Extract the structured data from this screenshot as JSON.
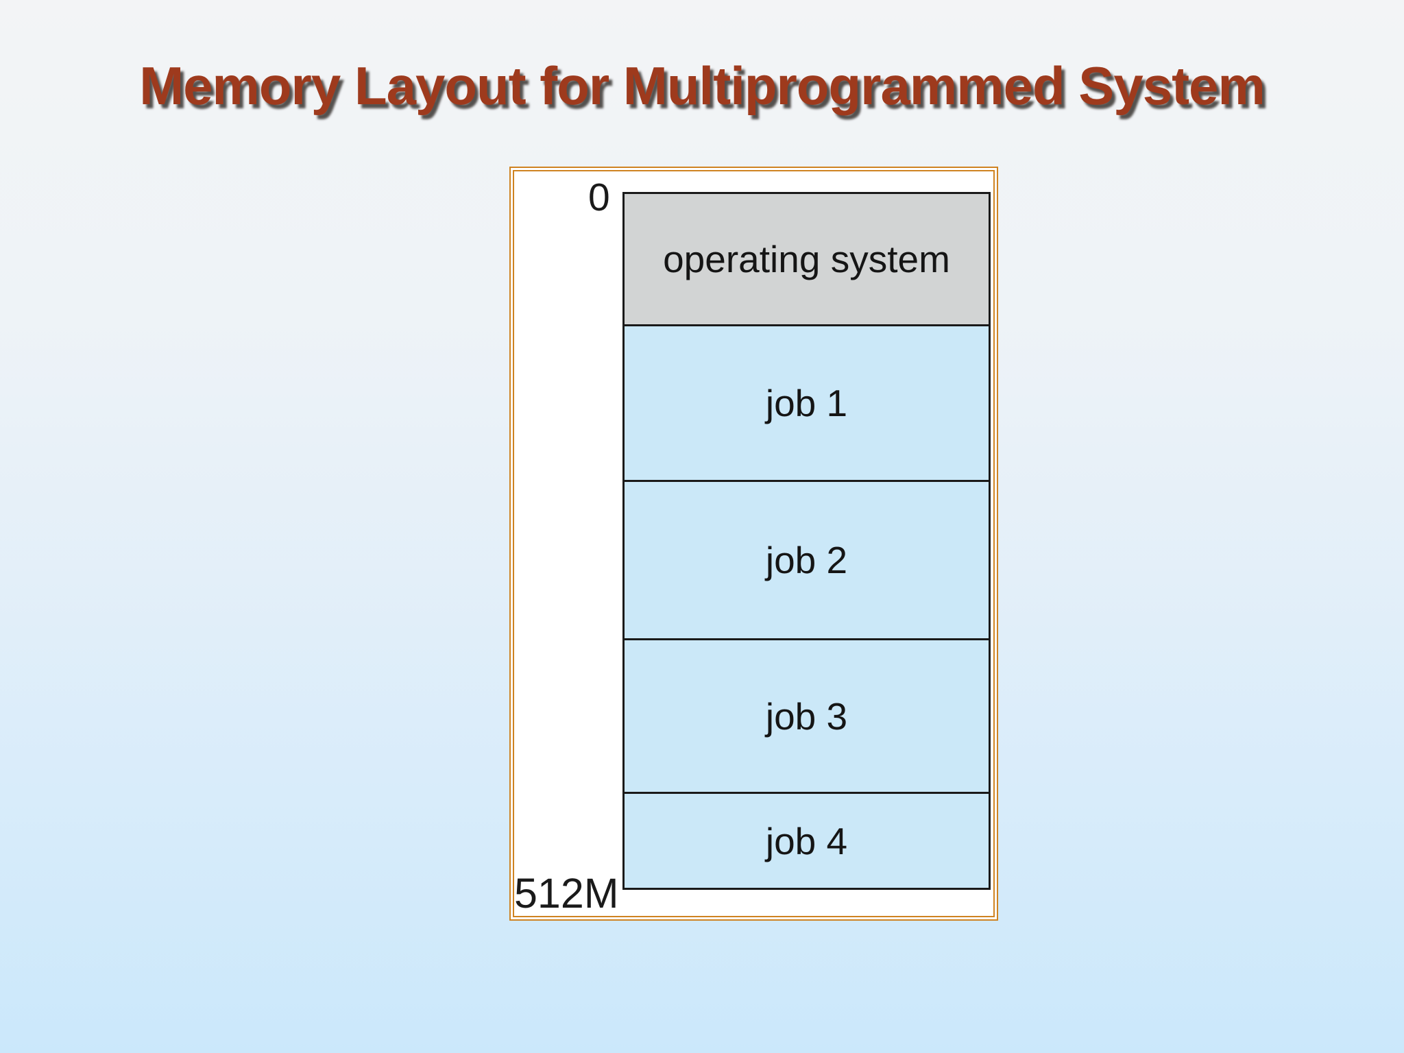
{
  "slide": {
    "title": "Memory Layout for Multiprogrammed System"
  },
  "diagram": {
    "address_top": "0",
    "address_bottom": "512M",
    "segments": [
      {
        "label": "operating system",
        "type": "os"
      },
      {
        "label": "job 1",
        "type": "job"
      },
      {
        "label": "job 2",
        "type": "job"
      },
      {
        "label": "job 3",
        "type": "job"
      },
      {
        "label": "job 4",
        "type": "job"
      }
    ],
    "colors": {
      "title_color": "#9e3a1d",
      "frame_border": "#cf8321",
      "segment_border": "#1a1a1a",
      "os_fill": "#d2d4d4",
      "job_fill": "#cbe8f8",
      "bg_top": "#f3f4f6",
      "bg_bottom": "#cbe8fb"
    }
  }
}
